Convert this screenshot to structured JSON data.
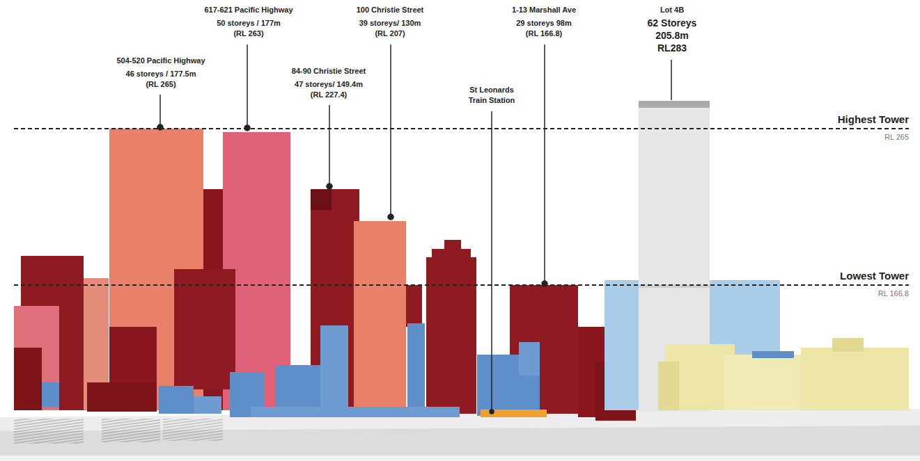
{
  "diagram": {
    "labels": [
      "617-621 Pacific Highway",
      "50 storeys / 177m",
      "(RL 263)",
      "100 Christie Street",
      "39 storeys/ 130m",
      "(RL 207)",
      "1-13 Marshall Ave",
      "29 storeys 98m",
      "(RL 166.8)",
      "Lot 4B",
      "62 Storeys",
      "205.8m",
      "RL283",
      "504-520 Pacific Highway",
      "46 storeys / 177.5m",
      "(RL 265)",
      "84-90 Christie Street",
      "47 storeys/ 149.4m",
      "(RL 227.4)",
      "St Leonards",
      "Train Station",
      "Highest Tower",
      "RL 265",
      "Lowest Tower",
      "RL 166.8"
    ]
  }
}
